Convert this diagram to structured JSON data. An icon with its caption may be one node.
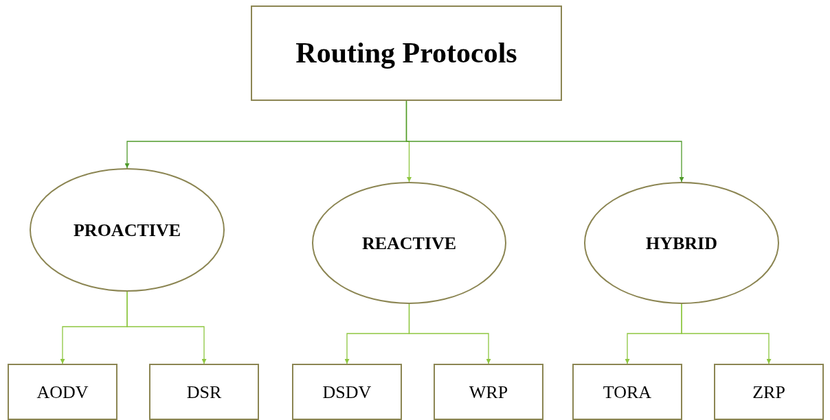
{
  "diagram": {
    "nodes": [
      {
        "text": [
          "Routing Protocols"
        ]
      },
      {
        "text": [
          "PROACTIVE"
        ]
      },
      {
        "text": [
          "REACTIVE"
        ]
      },
      {
        "text": [
          "HYBRID"
        ]
      },
      {
        "text": [
          "AODV"
        ]
      },
      {
        "text": [
          "DSR"
        ]
      },
      {
        "text": [
          "DSDV"
        ]
      },
      {
        "text": [
          "WRP"
        ]
      },
      {
        "text": [
          "TORA"
        ]
      },
      {
        "text": [
          "ZRP"
        ]
      }
    ],
    "edges": [
      {
        "from": 0,
        "to": 1,
        "arrow": "to",
        "color": "#4f9a2a"
      },
      {
        "from": 0,
        "to": 2,
        "arrow": "to"
      },
      {
        "from": 0,
        "to": 3,
        "arrow": "to",
        "color": "#4f9a2a"
      },
      {
        "from": 1,
        "to": 4,
        "arrow": "to"
      },
      {
        "from": 1,
        "to": 5,
        "arrow": "to"
      },
      {
        "from": 2,
        "to": 6,
        "arrow": "to"
      },
      {
        "from": 2,
        "to": 7,
        "arrow": "to"
      },
      {
        "from": 3,
        "to": 8,
        "arrow": "to"
      },
      {
        "from": 3,
        "to": 9,
        "arrow": "to"
      }
    ]
  }
}
